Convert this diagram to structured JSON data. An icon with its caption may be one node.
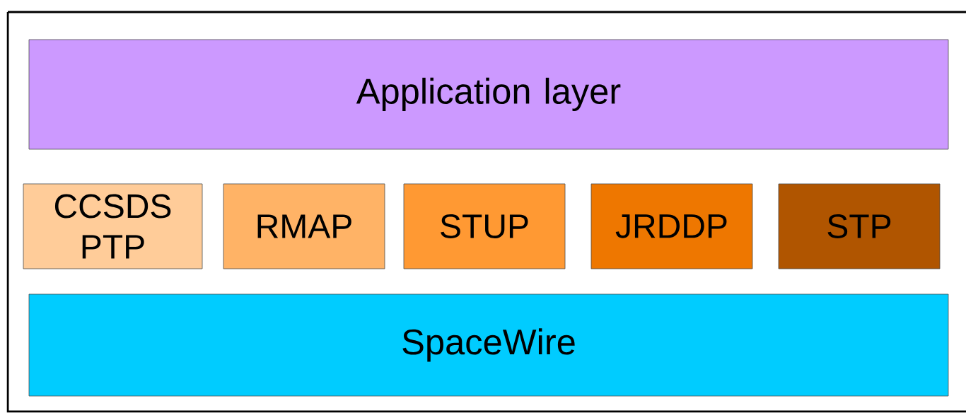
{
  "diagram": {
    "nodes": [
      {
        "text": [
          "Application layer"
        ]
      },
      {
        "text": [
          "CCSDS PTP"
        ]
      },
      {
        "text": [
          "RMAP"
        ]
      },
      {
        "text": [
          "STUP"
        ]
      },
      {
        "text": [
          "JRDDP"
        ]
      },
      {
        "text": [
          "STP"
        ]
      },
      {
        "text": [
          "SpaceWire"
        ]
      }
    ]
  }
}
